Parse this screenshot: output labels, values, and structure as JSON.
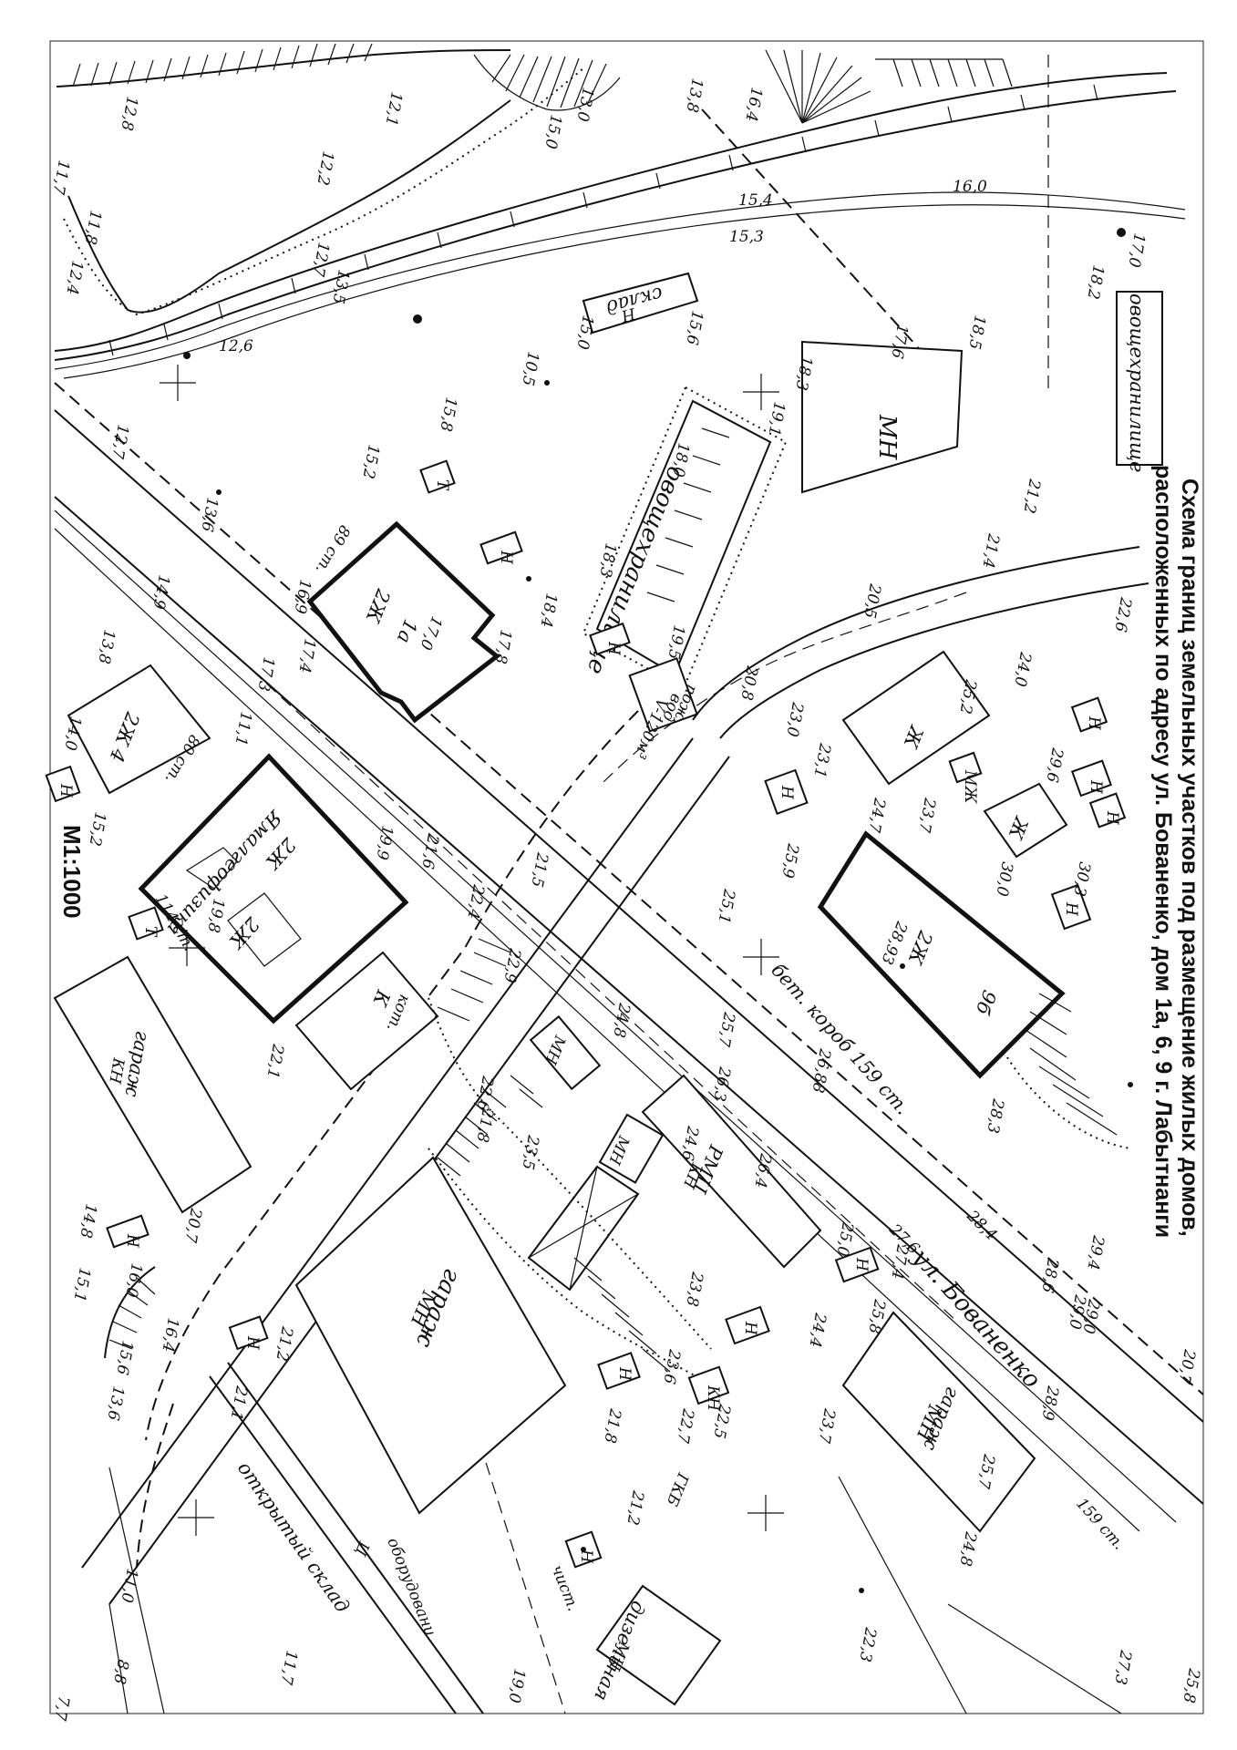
{
  "title": {
    "line1": "Схема границ земельных участков под размещение жилых домов,",
    "line2": "расположенных по адресу ул. Бованенко, дом 1а, 6, 9 г. Лабытнанги"
  },
  "scale": "М1:1000",
  "street_labels": {
    "street": "ул. Бованенко",
    "duct": "бет. короб 159 ст.",
    "duct_short": "159 ст.",
    "sidewalk_a": "89 ст.",
    "sidewalk_b": "80 ст.",
    "sidewalk_c": "114 ст."
  },
  "buildings": {
    "bldg_1a_type": "2Ж",
    "bldg_1a_num": "1а",
    "bldg_1a_height": "17,0",
    "bldg_9_type": "2Ж",
    "bldg_9_num": "9б",
    "bldg_9_height": "28,93",
    "bldg_6_name": "Ямалгеофизика",
    "bldg_6_type_a": "2Ж",
    "bldg_6_type_b": "2Ж",
    "bldg_4_type": "2Ж",
    "bldg_4_num": "4",
    "veg_store_1": "овощехранилище",
    "veg_store_2": "овощехранилище",
    "mn_big": "МН",
    "sklad": "склад",
    "sklad_h": "Н",
    "garage_1": "гараж",
    "garage_1_kn": "КН",
    "garage_2": "гараж",
    "garage_2_mn": "МН",
    "garage_3": "гараж",
    "garage_3_mn": "МН",
    "rmc": "РМЦ",
    "rmc_kn": "КН",
    "mn_small": "МН",
    "mn_small_2": "МН",
    "zh_1": "Ж",
    "zh_2": "Ж",
    "kotel": "К",
    "kotel_2": "кот.",
    "diesel": "дизельная",
    "diesel_mn": "МН",
    "open_storage": "открытый склад",
    "equipment": "оборудовани",
    "pozh": "пож.",
    "pozh_vod": "вод.",
    "pozh_vol": "V-120м³",
    "gkb": "ГКБ",
    "chist": "чист.",
    "letter_c": "Ц"
  },
  "marks": [
    "Н",
    "Н",
    "Н",
    "Н",
    "Н",
    "Н",
    "Н",
    "Н",
    "Н",
    "Н",
    "Н",
    "Н",
    "Т",
    "Т",
    "МЖ",
    "Н",
    "Н",
    "КН"
  ],
  "elevations": [
    "12,8",
    "12,1",
    "12,2",
    "11,7",
    "11,8",
    "12,4",
    "12,7",
    "12,6",
    "13,5",
    "13,0",
    "15,0",
    "16,4",
    "13,8",
    "15,3",
    "15,4",
    "16,0",
    "17,0",
    "18,2",
    "17,6",
    "18,5",
    "18,3",
    "15,6",
    "15,0",
    "10,5",
    "15,8",
    "12,7",
    "13,6",
    "15,2",
    "14,9",
    "16,9",
    "17,4",
    "18,4",
    "17,8",
    "18,3",
    "19,5",
    "19,1",
    "18,0",
    "20,8",
    "20,5",
    "23,0",
    "23,1",
    "25,2",
    "24,0",
    "22,6",
    "21,4",
    "21,2",
    "29,6",
    "30,3",
    "30,0",
    "23,7",
    "24,7",
    "25,9",
    "25,1",
    "19,9",
    "21,6",
    "22,4",
    "22,9",
    "21,5",
    "22,1",
    "19,8",
    "14,0",
    "15,2",
    "13,8",
    "11,1",
    "17,3",
    "26,88",
    "25,7",
    "26,3",
    "24,8",
    "24,6",
    "26,4",
    "27,6",
    "28,4",
    "29,4",
    "28,6",
    "29,0",
    "25,0",
    "27,4",
    "25,8",
    "24,4",
    "23,8",
    "23,6",
    "22,6",
    "21,8",
    "23,5",
    "22,7",
    "22,5",
    "21,8",
    "21,2",
    "23,7",
    "25,7",
    "24,8",
    "27,3",
    "25,8",
    "22,3",
    "19,0",
    "11,7",
    "8,8",
    "7,7",
    "11,0",
    "13,6",
    "15,6",
    "16,4",
    "14,8",
    "15,1",
    "16,0",
    "20,7",
    "21,2",
    "21,1",
    "29,0",
    "20,7",
    "28,9",
    "28,3"
  ]
}
